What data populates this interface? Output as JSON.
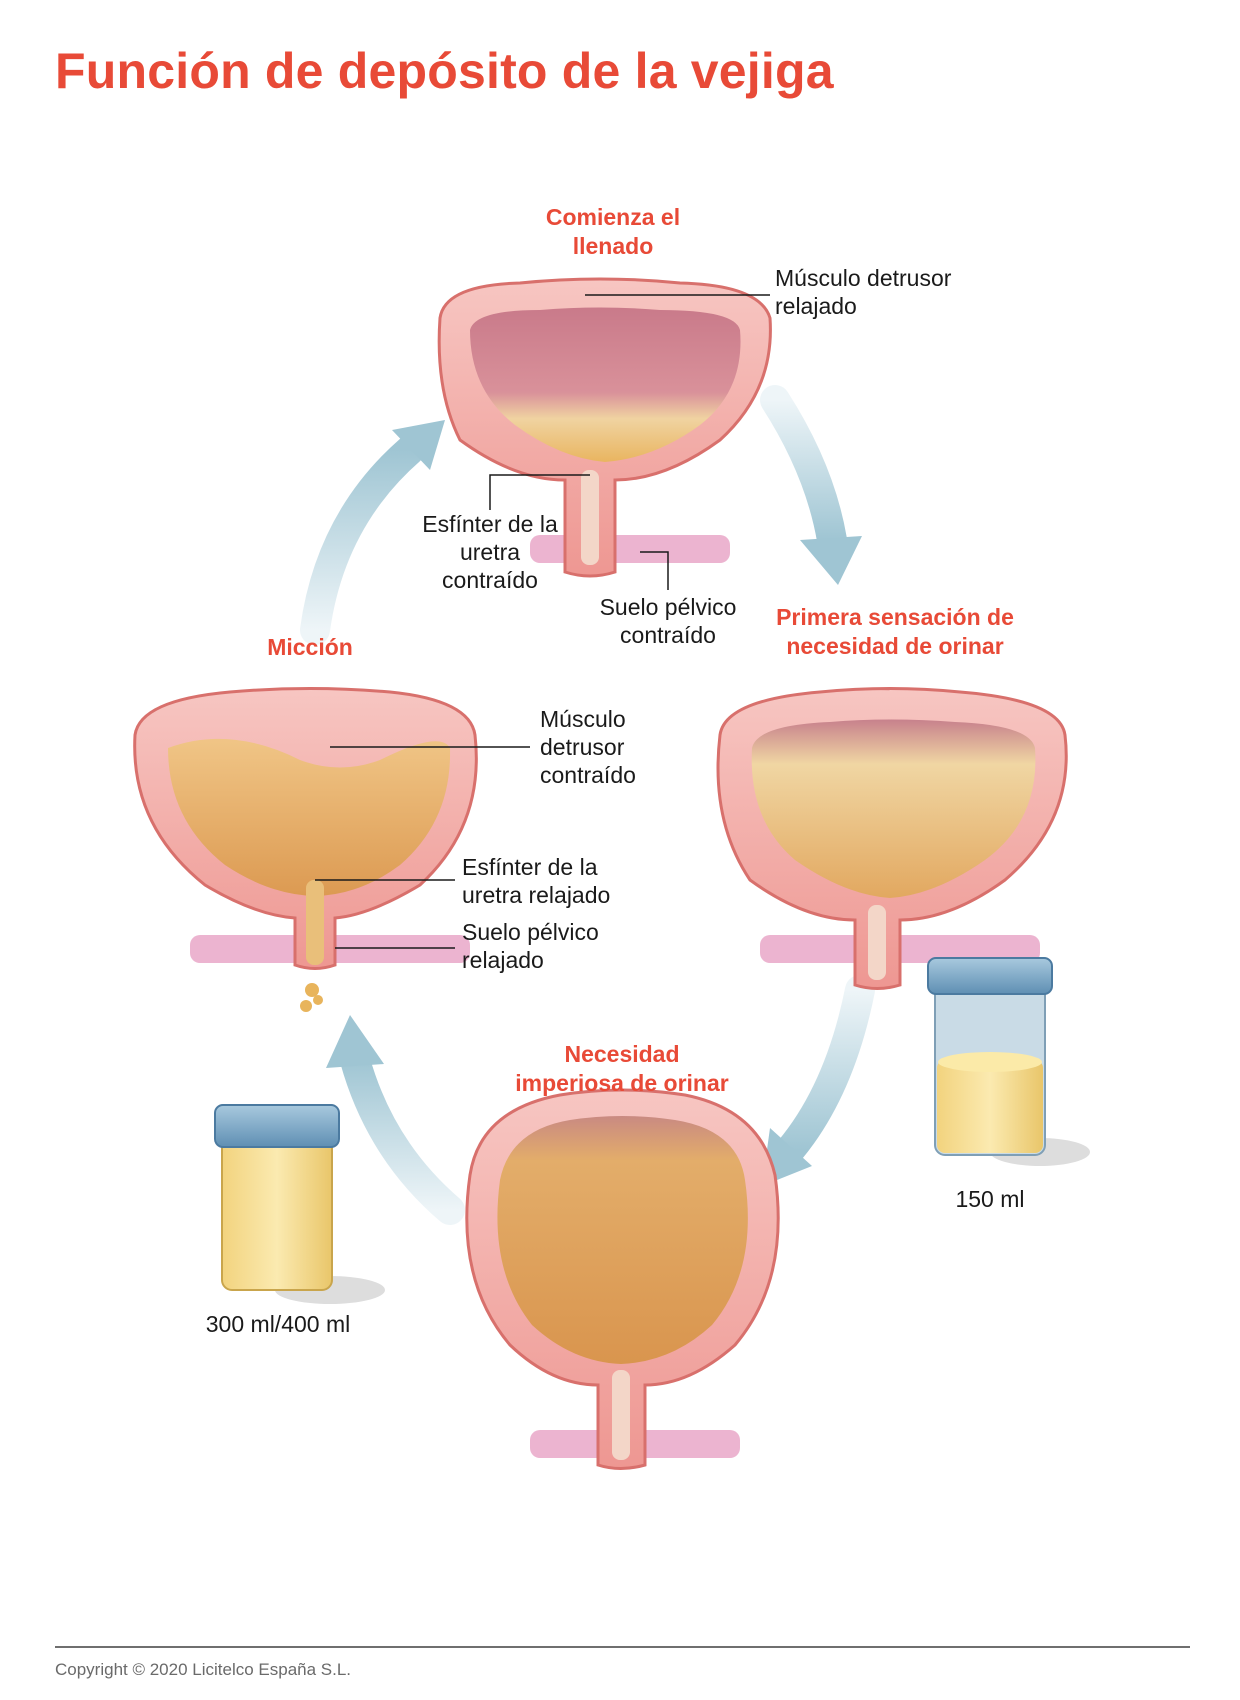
{
  "title": "Función de depósito de la vejiga",
  "stages": {
    "fill_start": {
      "line1": "Comienza el",
      "line2": "llenado"
    },
    "first_sensation": {
      "line1": "Primera sensación de",
      "line2": "necesidad de orinar"
    },
    "urgent": {
      "line1": "Necesidad",
      "line2": "imperiosa de orinar"
    },
    "voiding": {
      "line1": "Micción"
    }
  },
  "labels": {
    "detrusor_relaxed": {
      "line1": "Músculo detrusor",
      "line2": "relajado"
    },
    "sphincter_contracted": {
      "line1": "Esfínter de la",
      "line2": "uretra",
      "line3": "contraído"
    },
    "pelvic_contracted": {
      "line1": "Suelo pélvico",
      "line2": "contraído"
    },
    "detrusor_contracted": {
      "line1": "Músculo",
      "line2": "detrusor",
      "line3": "contraído"
    },
    "sphincter_relaxed": {
      "line1": "Esfínter de la",
      "line2": "uretra relajado"
    },
    "pelvic_relaxed": {
      "line1": "Suelo pélvico",
      "line2": "relajado"
    }
  },
  "volumes": {
    "first": "150 ml",
    "voiding": "300 ml/400 ml"
  },
  "colors": {
    "accent": "#e84a37",
    "bladder_wall": "#f2a6a3",
    "urine": "#e6b36a",
    "arrow": "#a9ccd8"
  },
  "footer": {
    "copyright": "Copyright © 2020 Licitelco España S.L."
  }
}
